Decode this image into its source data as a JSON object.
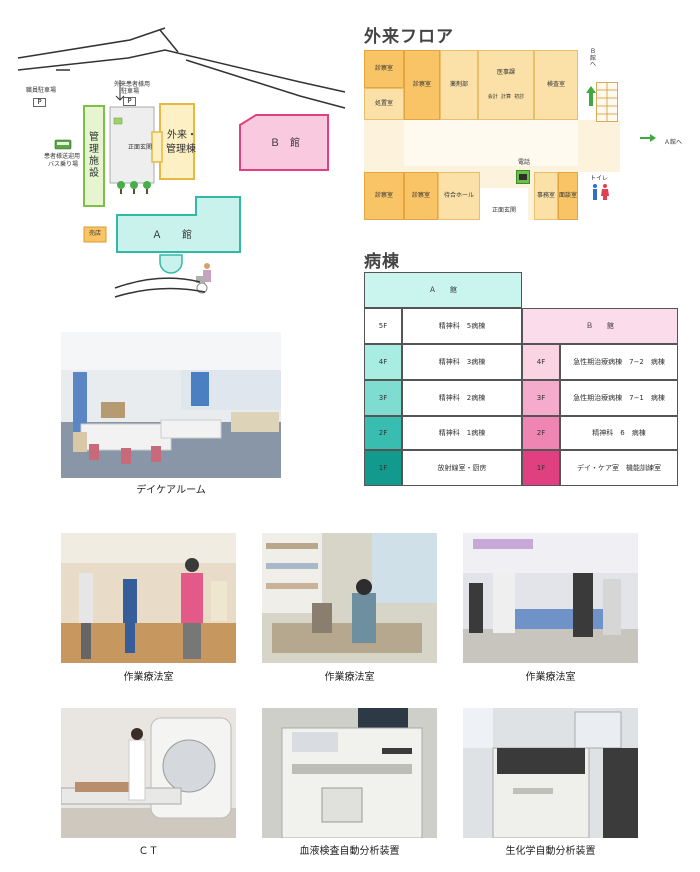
{
  "sitemap": {
    "staff_parking": "職員駐車場",
    "outpatient_parking_l1": "外来患者様用",
    "outpatient_parking_l2": "駐車場",
    "parking_symbol": "P",
    "admin_building_l1": "管",
    "admin_building_l2": "理",
    "admin_building_l3": "施",
    "admin_building_l4": "設",
    "bus_stop_l1": "患者様送迎用",
    "bus_stop_l2": "バス乗り場",
    "front_entrance": "正面玄関",
    "outpatient_admin_l1": "外来・",
    "outpatient_admin_l2": "管理棟",
    "building_b": "Ｂ　館",
    "building_a": "Ａ　　館",
    "shop": "売店"
  },
  "outpatient_floor": {
    "title": "外来フロア",
    "exam_room": "診察室",
    "treatment_room": "処置室",
    "pharmacy": "薬剤部",
    "medical_affairs": "医事課",
    "accounting": "会計",
    "billing": "計算",
    "reception": "初診",
    "laboratory": "検査室",
    "to_b_l1": "Ｂ",
    "to_b_l2": "館",
    "to_b_l3": "へ",
    "to_a": "Ａ館へ",
    "phone": "電話",
    "waiting_hall": "待合ホール",
    "office": "事務室",
    "consultation_room": "面談室",
    "toilet": "トイレ",
    "front_entrance": "正面玄関"
  },
  "ward": {
    "title": "病棟",
    "building_a": "Ａ　　館",
    "building_b": "Ｂ　　館",
    "a_floors": [
      {
        "floor": "5F",
        "name": "精神科　5病棟"
      },
      {
        "floor": "4F",
        "name": "精神科　3病棟"
      },
      {
        "floor": "3F",
        "name": "精神科　2病棟"
      },
      {
        "floor": "2F",
        "name": "精神科　1病棟"
      },
      {
        "floor": "1F",
        "name": "放射線室・厨房"
      }
    ],
    "b_floors": [
      {
        "floor": "4F",
        "name": "急性期治療病棟　7−2　病棟"
      },
      {
        "floor": "3F",
        "name": "急性期治療病棟　7−1　病棟"
      },
      {
        "floor": "2F",
        "name": "精神科　6　病棟"
      },
      {
        "floor": "1F",
        "name": "デイ・ケア室　機能訓練室"
      }
    ]
  },
  "photos": {
    "daycare": "デイケアルーム",
    "ot1": "作業療法室",
    "ot2": "作業療法室",
    "ot3": "作業療法室",
    "ct": "ＣＴ",
    "blood": "血液検査自動分析装置",
    "biochem": "生化学自動分析装置"
  },
  "colors": {
    "building_a": "#c9f2ec",
    "building_a_border": "#33b8a6",
    "building_b": "#f8c9df",
    "building_b_border": "#e0407f",
    "admin_green": "#e6f5d0",
    "admin_green_border": "#7cc04a",
    "outpatient_yellow": "#fdf0c4",
    "outpatient_yellow_border": "#e6b844",
    "floor_orange": "#f8c466",
    "a_header": "#c9f5ee",
    "b_header": "#fbdcea",
    "a_5f": "#ffffff",
    "a_4f": "#a8ece2",
    "a_3f": "#7fdcd0",
    "a_2f": "#38bdb0",
    "a_1f": "#139a8e",
    "b_4f": "#fbd4e4",
    "b_3f": "#f5abcb",
    "b_2f": "#ee85b2",
    "b_1f": "#e0407f"
  }
}
